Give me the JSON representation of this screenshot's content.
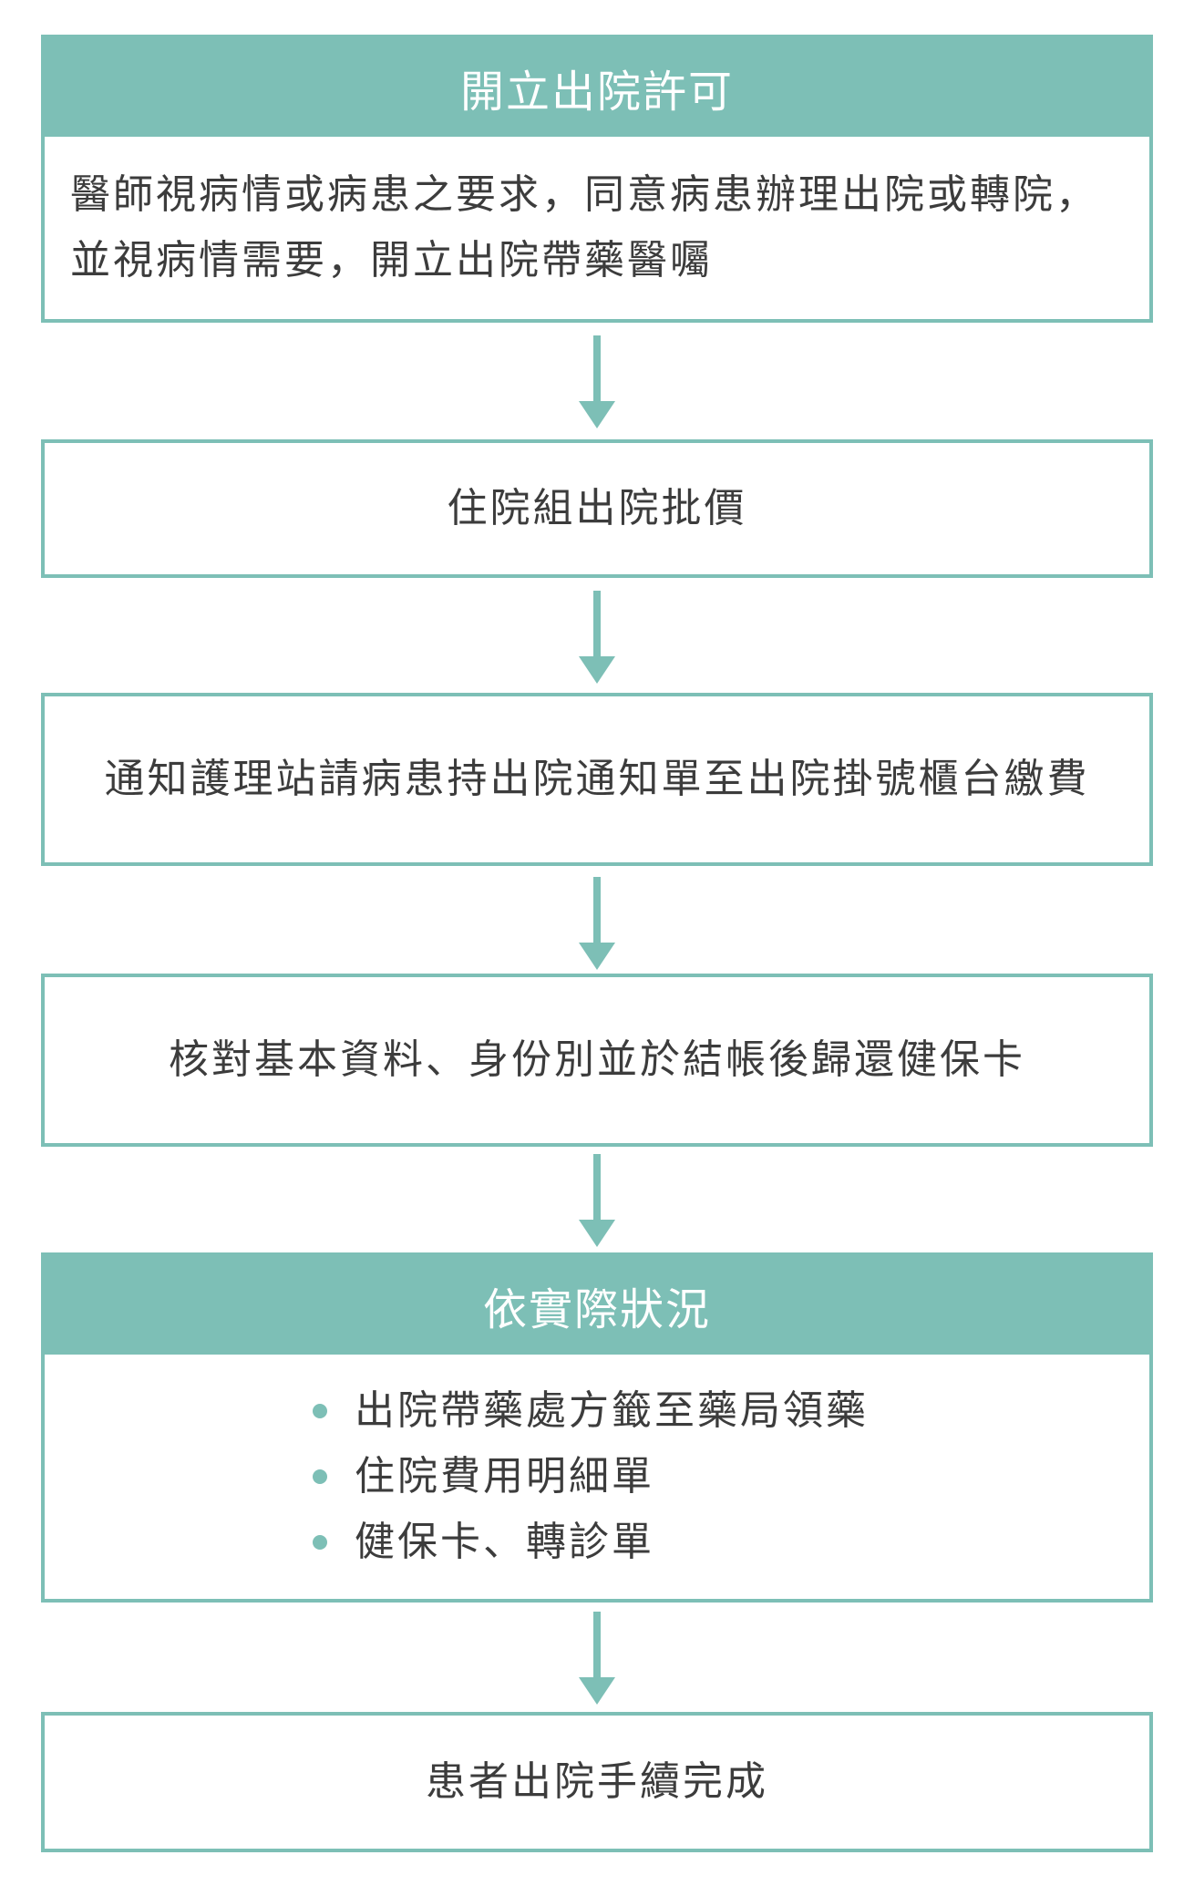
{
  "steps": [
    {
      "header": "開立出院許可",
      "lines": [
        "醫師視病情或病患之要求，同意病患辦理出院或轉院，",
        "並視病情需要，開立出院帶藥醫囑"
      ]
    },
    {
      "text": "住院組出院批價"
    },
    {
      "text": "通知護理站請病患持出院通知單至出院掛號櫃台繳費"
    },
    {
      "text": "核對基本資料、身份別並於結帳後歸還健保卡"
    },
    {
      "header": "依實際狀況",
      "bullets": [
        "出院帶藥處方籤至藥局領藥",
        "住院費用明細單",
        "健保卡、轉診單"
      ]
    },
    {
      "text": "患者出院手續完成"
    }
  ],
  "colors": {
    "accent": "#7dbfb6",
    "text": "#3c3c3c",
    "header_text": "#ffffff"
  }
}
